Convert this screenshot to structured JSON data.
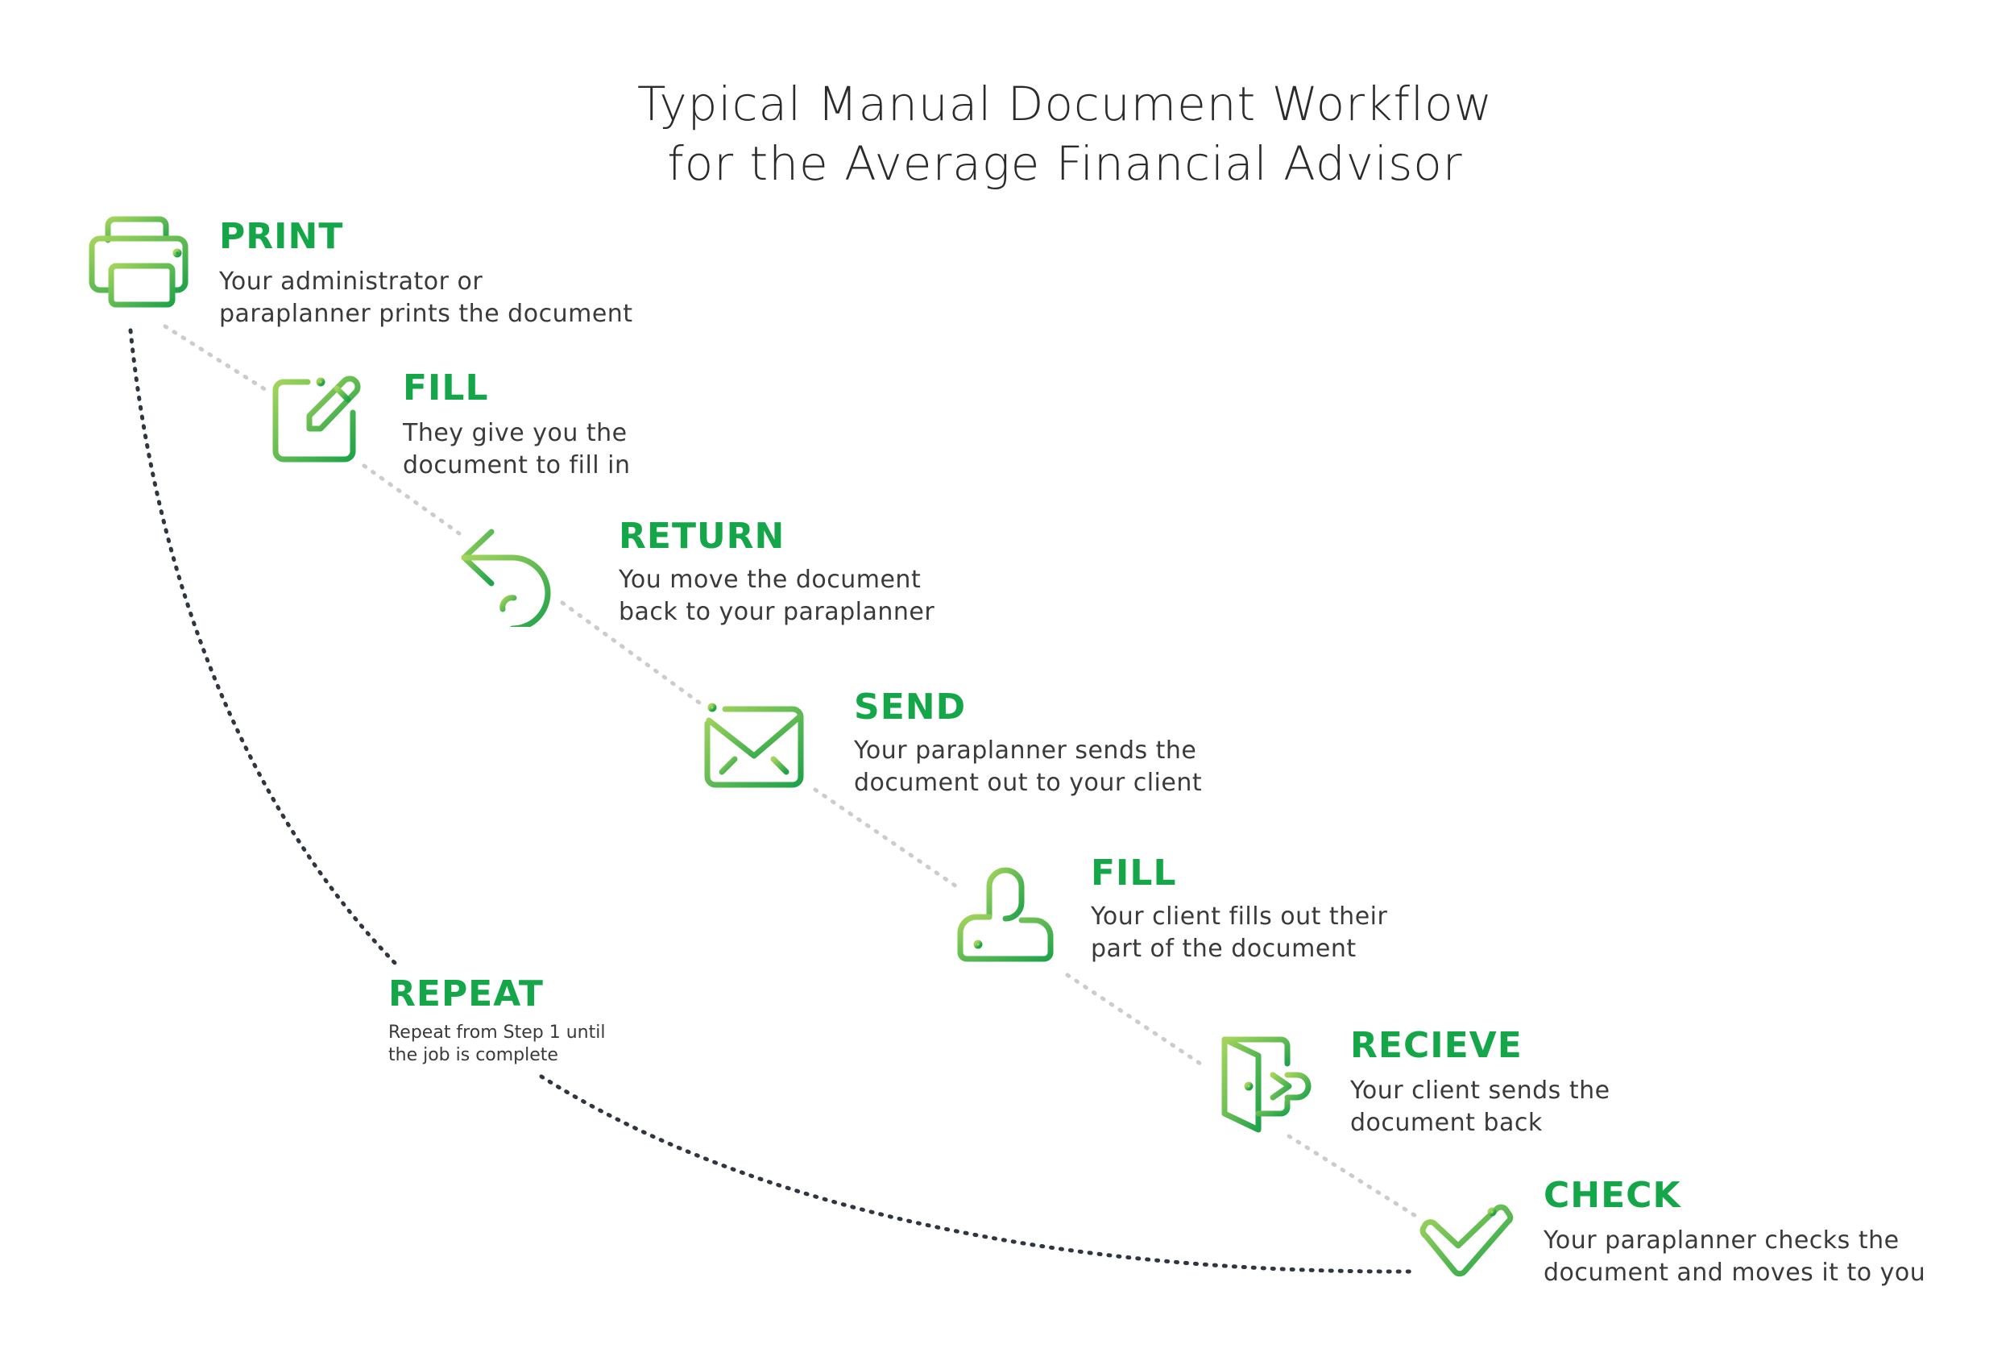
{
  "title": {
    "line1": "Typical Manual Document Workflow",
    "line2": "for the Average Financial Advisor"
  },
  "colors": {
    "accent": "#16a64a",
    "icon_light": "#a3d45c",
    "icon_dark": "#1ea24a",
    "text": "#3a3a3a",
    "connector": "#cccccc",
    "repeat_loop": "#2f3640"
  },
  "steps": [
    {
      "heading": "PRINT",
      "desc1": "Your administrator or",
      "desc2": "paraplanner prints the document",
      "icon": "printer-icon"
    },
    {
      "heading": "FILL",
      "desc1": "They give you the",
      "desc2": "document to fill in",
      "icon": "edit-icon"
    },
    {
      "heading": "RETURN",
      "desc1": "You move the document",
      "desc2": "back to your paraplanner",
      "icon": "return-arrow-icon"
    },
    {
      "heading": "SEND",
      "desc1": "Your paraplanner sends the",
      "desc2": "document out to your client",
      "icon": "envelope-icon"
    },
    {
      "heading": "FILL",
      "desc1": "Your client fills out their",
      "desc2": "part of the document",
      "icon": "user-icon"
    },
    {
      "heading": "RECIEVE",
      "desc1": "Your client sends the",
      "desc2": "document back",
      "icon": "door-enter-icon"
    },
    {
      "heading": "CHECK",
      "desc1": "Your paraplanner checks the",
      "desc2": "document and moves it to you",
      "icon": "checkmark-icon"
    }
  ],
  "repeat": {
    "heading": "REPEAT",
    "desc1": "Repeat from Step 1 until",
    "desc2": "the job is complete"
  }
}
